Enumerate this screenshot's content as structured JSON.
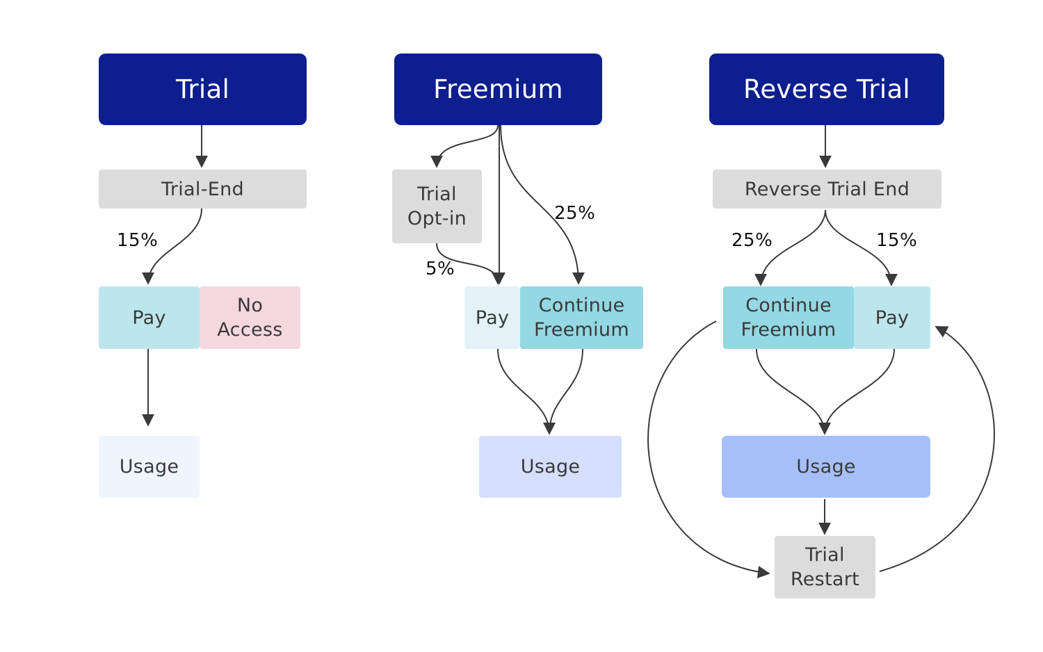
{
  "columns": [
    {
      "header": "Trial",
      "nodes": {
        "trial_end": "Trial-End",
        "pay": "Pay",
        "no_access_l1": "No",
        "no_access_l2": "Access",
        "usage": "Usage"
      },
      "labels": {
        "pay_rate": "15%"
      }
    },
    {
      "header": "Freemium",
      "nodes": {
        "trial_optin_l1": "Trial",
        "trial_optin_l2": "Opt-in",
        "pay": "Pay",
        "continue_l1": "Continue",
        "continue_l2": "Freemium",
        "usage": "Usage"
      },
      "labels": {
        "continue_rate": "25%",
        "optin_pay_rate": "5%"
      }
    },
    {
      "header": "Reverse Trial",
      "nodes": {
        "reverse_trial_end": "Reverse Trial End",
        "continue_l1": "Continue",
        "continue_l2": "Freemium",
        "pay": "Pay",
        "usage": "Usage",
        "restart_l1": "Trial",
        "restart_l2": "Restart"
      },
      "labels": {
        "continue_rate": "25%",
        "pay_rate": "15%"
      }
    }
  ],
  "colors": {
    "header": "#0d1e8f",
    "neutral": "#dcdcdc",
    "pay": "#bde6ec",
    "continue": "#93d8e2",
    "no_access": "#f5d7e0",
    "arrow": "#3a3a3a"
  }
}
